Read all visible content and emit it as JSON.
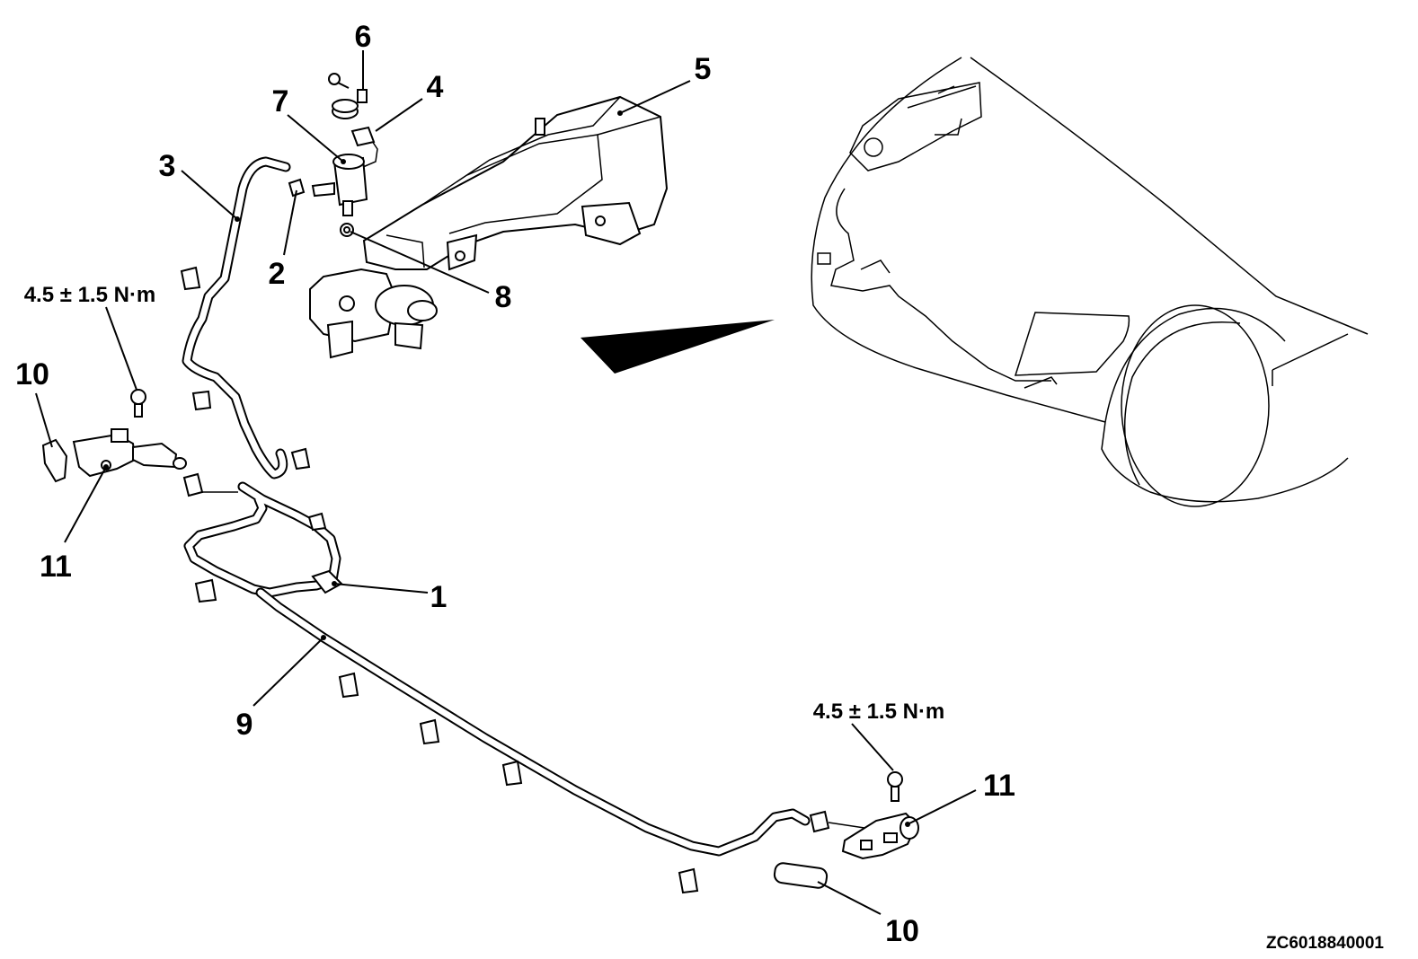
{
  "callouts": {
    "c1": "1",
    "c2": "2",
    "c3": "3",
    "c4": "4",
    "c5": "5",
    "c6": "6",
    "c7": "7",
    "c8": "8",
    "c9": "9",
    "c10_left": "10",
    "c10_right": "10",
    "c11_left": "11",
    "c11_right": "11"
  },
  "torque": {
    "left": "4.5 ± 1.5 N·m",
    "right": "4.5 ± 1.5 N·m"
  },
  "figure_code": "ZC6018840001"
}
